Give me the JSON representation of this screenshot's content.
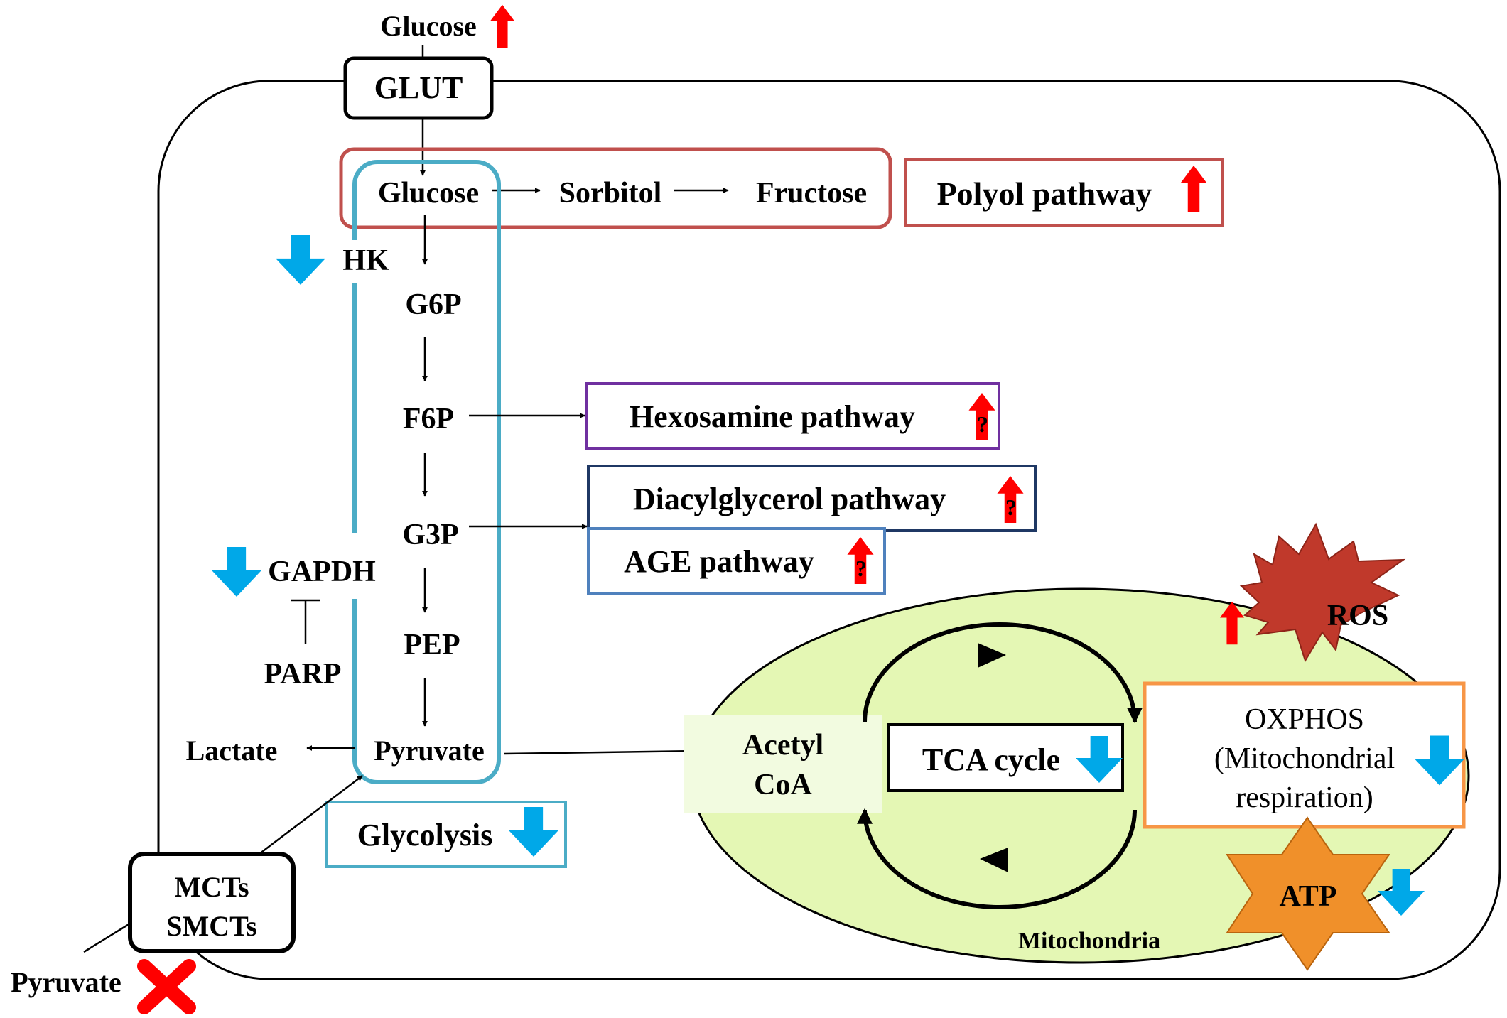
{
  "labels": {
    "glucose_in": "Glucose",
    "glut": "GLUT",
    "glucose": "Glucose",
    "sorbitol": "Sorbitol",
    "fructose": "Fructose",
    "polyol": "Polyol pathway",
    "hk": "HK",
    "g6p": "G6P",
    "f6p": "F6P",
    "hexosamine": "Hexosamine pathway",
    "g3p": "G3P",
    "dag": "Diacylglycerol pathway",
    "age": "AGE pathway",
    "gapdh": "GAPDH",
    "parp": "PARP",
    "pep": "PEP",
    "lactate": "Lactate",
    "pyruvate": "Pyruvate",
    "glycolysis": "Glycolysis",
    "mcts_line1": "MCTs",
    "mcts_line2": "SMCTs",
    "pyruvate_out": "Pyruvate",
    "acetyl_line1": "Acetyl",
    "acetyl_line2": "CoA",
    "tca": "TCA cycle",
    "oxphos_line1": "OXPHOS",
    "oxphos_line2": "(Mitochondrial",
    "oxphos_line3": "respiration)",
    "ros": "ROS",
    "atp": "ATP",
    "mitochondria": "Mitochondria",
    "question": "?"
  },
  "colors": {
    "up_arrow": "#ff0000",
    "down_arrow": "#00a8e8",
    "polyol_border": "#c0504d",
    "glycolysis_border": "#4bacc6",
    "hexosamine_border": "#7030a0",
    "dag_border": "#1f3864",
    "age_border": "#4f81bd",
    "oxphos_border": "#f79646",
    "mitochondria_fill": "#e4f7b4",
    "ros_fill": "#c0392b",
    "atp_fill": "#f0902a",
    "block_x": "#ff0000"
  },
  "icons": {
    "increase": "up-arrow-icon",
    "decrease": "down-arrow-icon",
    "blocked": "x-icon"
  }
}
